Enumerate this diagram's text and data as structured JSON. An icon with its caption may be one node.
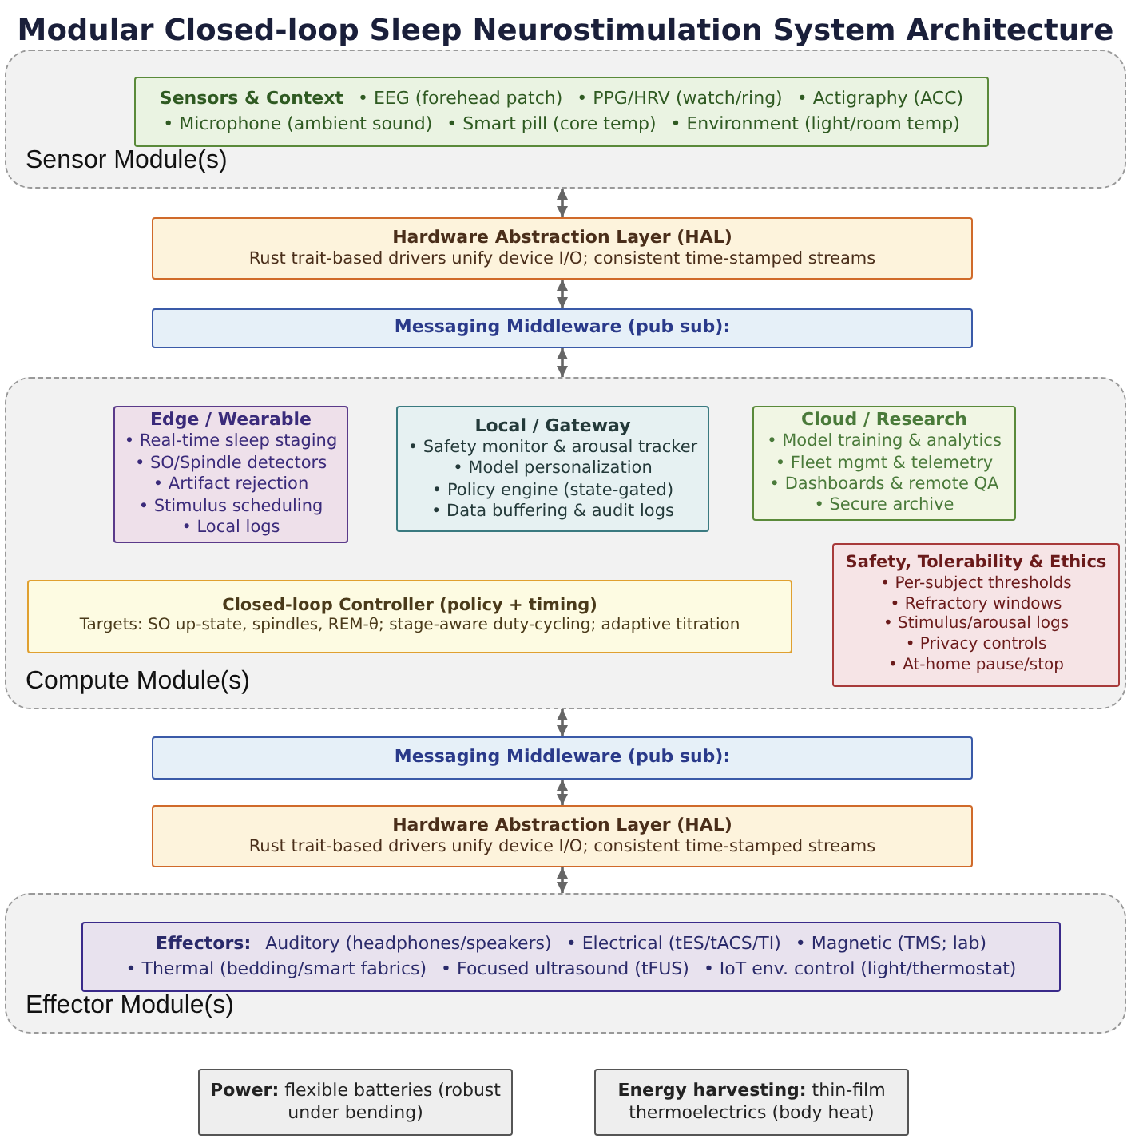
{
  "diagram": {
    "title": "Modular Closed-loop Sleep Neurostimulation System Architecture",
    "nodes": [
      {
        "text": [
          "Sensor Module(s)"
        ]
      },
      {
        "text": [
          "Sensors & Context",
          "• EEG (forehead patch)",
          "• PPG/HRV (watch/ring)",
          "• Actigraphy (ACC)",
          "• Microphone (ambient sound)",
          "• Smart pill (core temp)",
          "• Environment (light/room temp)"
        ],
        "in": 0
      },
      {
        "text": [
          "Hardware Abstraction Layer (HAL)",
          "Rust trait-based drivers unify device I/O; consistent time-stamped streams"
        ]
      },
      {
        "text": [
          "Messaging Middleware (pub sub):"
        ]
      },
      {
        "text": [
          "Compute Module(s)"
        ]
      },
      {
        "text": [
          "Edge / Wearable",
          "• Real-time sleep staging",
          "• SO/Spindle detectors",
          "• Artifact rejection",
          "• Stimulus scheduling",
          "• Local logs"
        ],
        "in": 4
      },
      {
        "text": [
          "Local / Gateway",
          "• Safety monitor & arousal tracker",
          "• Model personalization",
          "• Policy engine (state-gated)",
          "• Data buffering & audit logs"
        ],
        "in": 4
      },
      {
        "text": [
          "Cloud / Research",
          "• Model training & analytics",
          "• Fleet mgmt & telemetry",
          "• Dashboards & remote QA",
          "• Secure archive"
        ],
        "in": 4
      },
      {
        "text": [
          "Closed-loop Controller (policy + timing)",
          "Targets: SO up-state, spindles, REM-θ; stage-aware duty-cycling; adaptive titration"
        ],
        "in": 4
      },
      {
        "text": [
          "Safety, Tolerability & Ethics",
          "• Per-subject thresholds",
          "• Refractory windows",
          "• Stimulus/arousal logs",
          "• Privacy controls",
          "• At-home pause/stop"
        ],
        "in": 4
      },
      {
        "text": [
          "Messaging Middleware (pub sub):"
        ]
      },
      {
        "text": [
          "Hardware Abstraction Layer (HAL)",
          "Rust trait-based drivers unify device I/O; consistent time-stamped streams"
        ]
      },
      {
        "text": [
          "Effector Module(s)"
        ]
      },
      {
        "text": [
          "Effectors:",
          "Auditory (headphones/speakers)",
          "• Electrical (tES/tACS/TI)",
          "• Magnetic (TMS; lab)",
          "• Thermal (bedding/smart fabrics)",
          "• Focused ultrasound (tFUS)",
          "• IoT env. control (light/thermostat)"
        ],
        "in": 12
      },
      {
        "text": [
          "**Power:** flexible batteries (robust under bending)"
        ]
      },
      {
        "text": [
          "**Energy harvesting:** thin-film thermoelectrics (body heat)"
        ]
      }
    ],
    "edges": [
      {
        "from": 0,
        "to": 2,
        "arrow": "both"
      },
      {
        "from": 2,
        "to": 3,
        "arrow": "both"
      },
      {
        "from": 3,
        "to": 4,
        "arrow": "both"
      },
      {
        "from": 4,
        "to": 10,
        "arrow": "both"
      },
      {
        "from": 10,
        "to": 11,
        "arrow": "both"
      },
      {
        "from": 11,
        "to": 12,
        "arrow": "both"
      }
    ]
  }
}
